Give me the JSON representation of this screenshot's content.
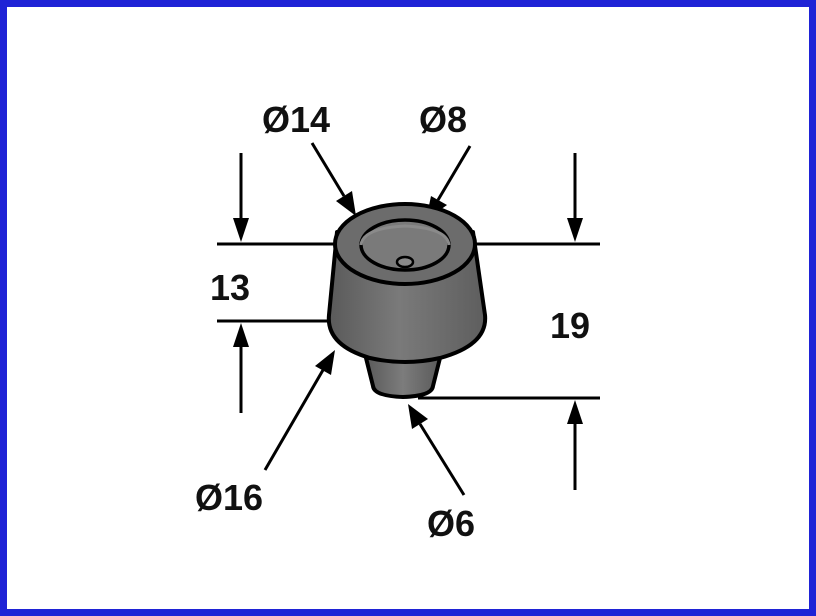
{
  "diagram": {
    "labels": {
      "dia_top_outer": "Ø14",
      "dia_top_inner": "Ø8",
      "dia_bottom_outer": "Ø16",
      "dia_pin": "Ø6",
      "height_body": "13",
      "height_total": "19"
    },
    "colors": {
      "frame": "#1f23d6",
      "body": "#6f6f6f",
      "outline": "#000000"
    }
  }
}
